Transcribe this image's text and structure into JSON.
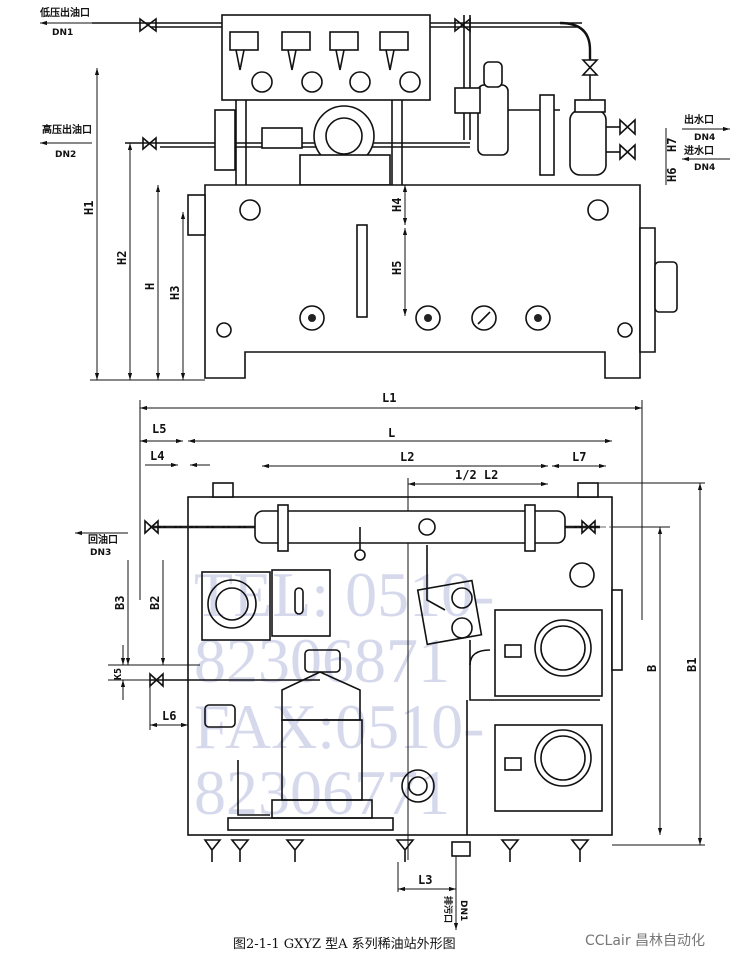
{
  "top_view": {
    "low_pressure_outlet": {
      "label": "低压出油口",
      "size": "DN1"
    },
    "high_pressure_outlet": {
      "label": "高压出油口",
      "size": "DN2"
    },
    "water_outlet": {
      "label": "出水口",
      "size": "DN4"
    },
    "water_inlet": {
      "label": "进水口",
      "size": "DN4"
    },
    "dimensions": [
      "H1",
      "H2",
      "H",
      "H3",
      "H4",
      "H5",
      "H6",
      "H7"
    ]
  },
  "plan_view": {
    "return_inlet": {
      "label": "回油口",
      "size": "DN3"
    },
    "drain_outlet": {
      "label": "排污口",
      "size": "DN1"
    },
    "dimensions": {
      "L1": "L1",
      "L5": "L5",
      "L": "L",
      "L4": "L4",
      "L2": "L2",
      "half_L2": "1/2 L2",
      "L7": "L7",
      "B3": "B3",
      "B2": "B2",
      "K5": "K5",
      "L6": "L6",
      "B": "B",
      "B1": "B1",
      "L3": "L3"
    }
  },
  "watermark": {
    "tel": "TEL: 0510-82306871",
    "fax": "FAX:0510-82306771"
  },
  "caption": "图2-1-1 GXYZ 型A 系列稀油站外形图",
  "brand": "CCLair 昌林自动化"
}
